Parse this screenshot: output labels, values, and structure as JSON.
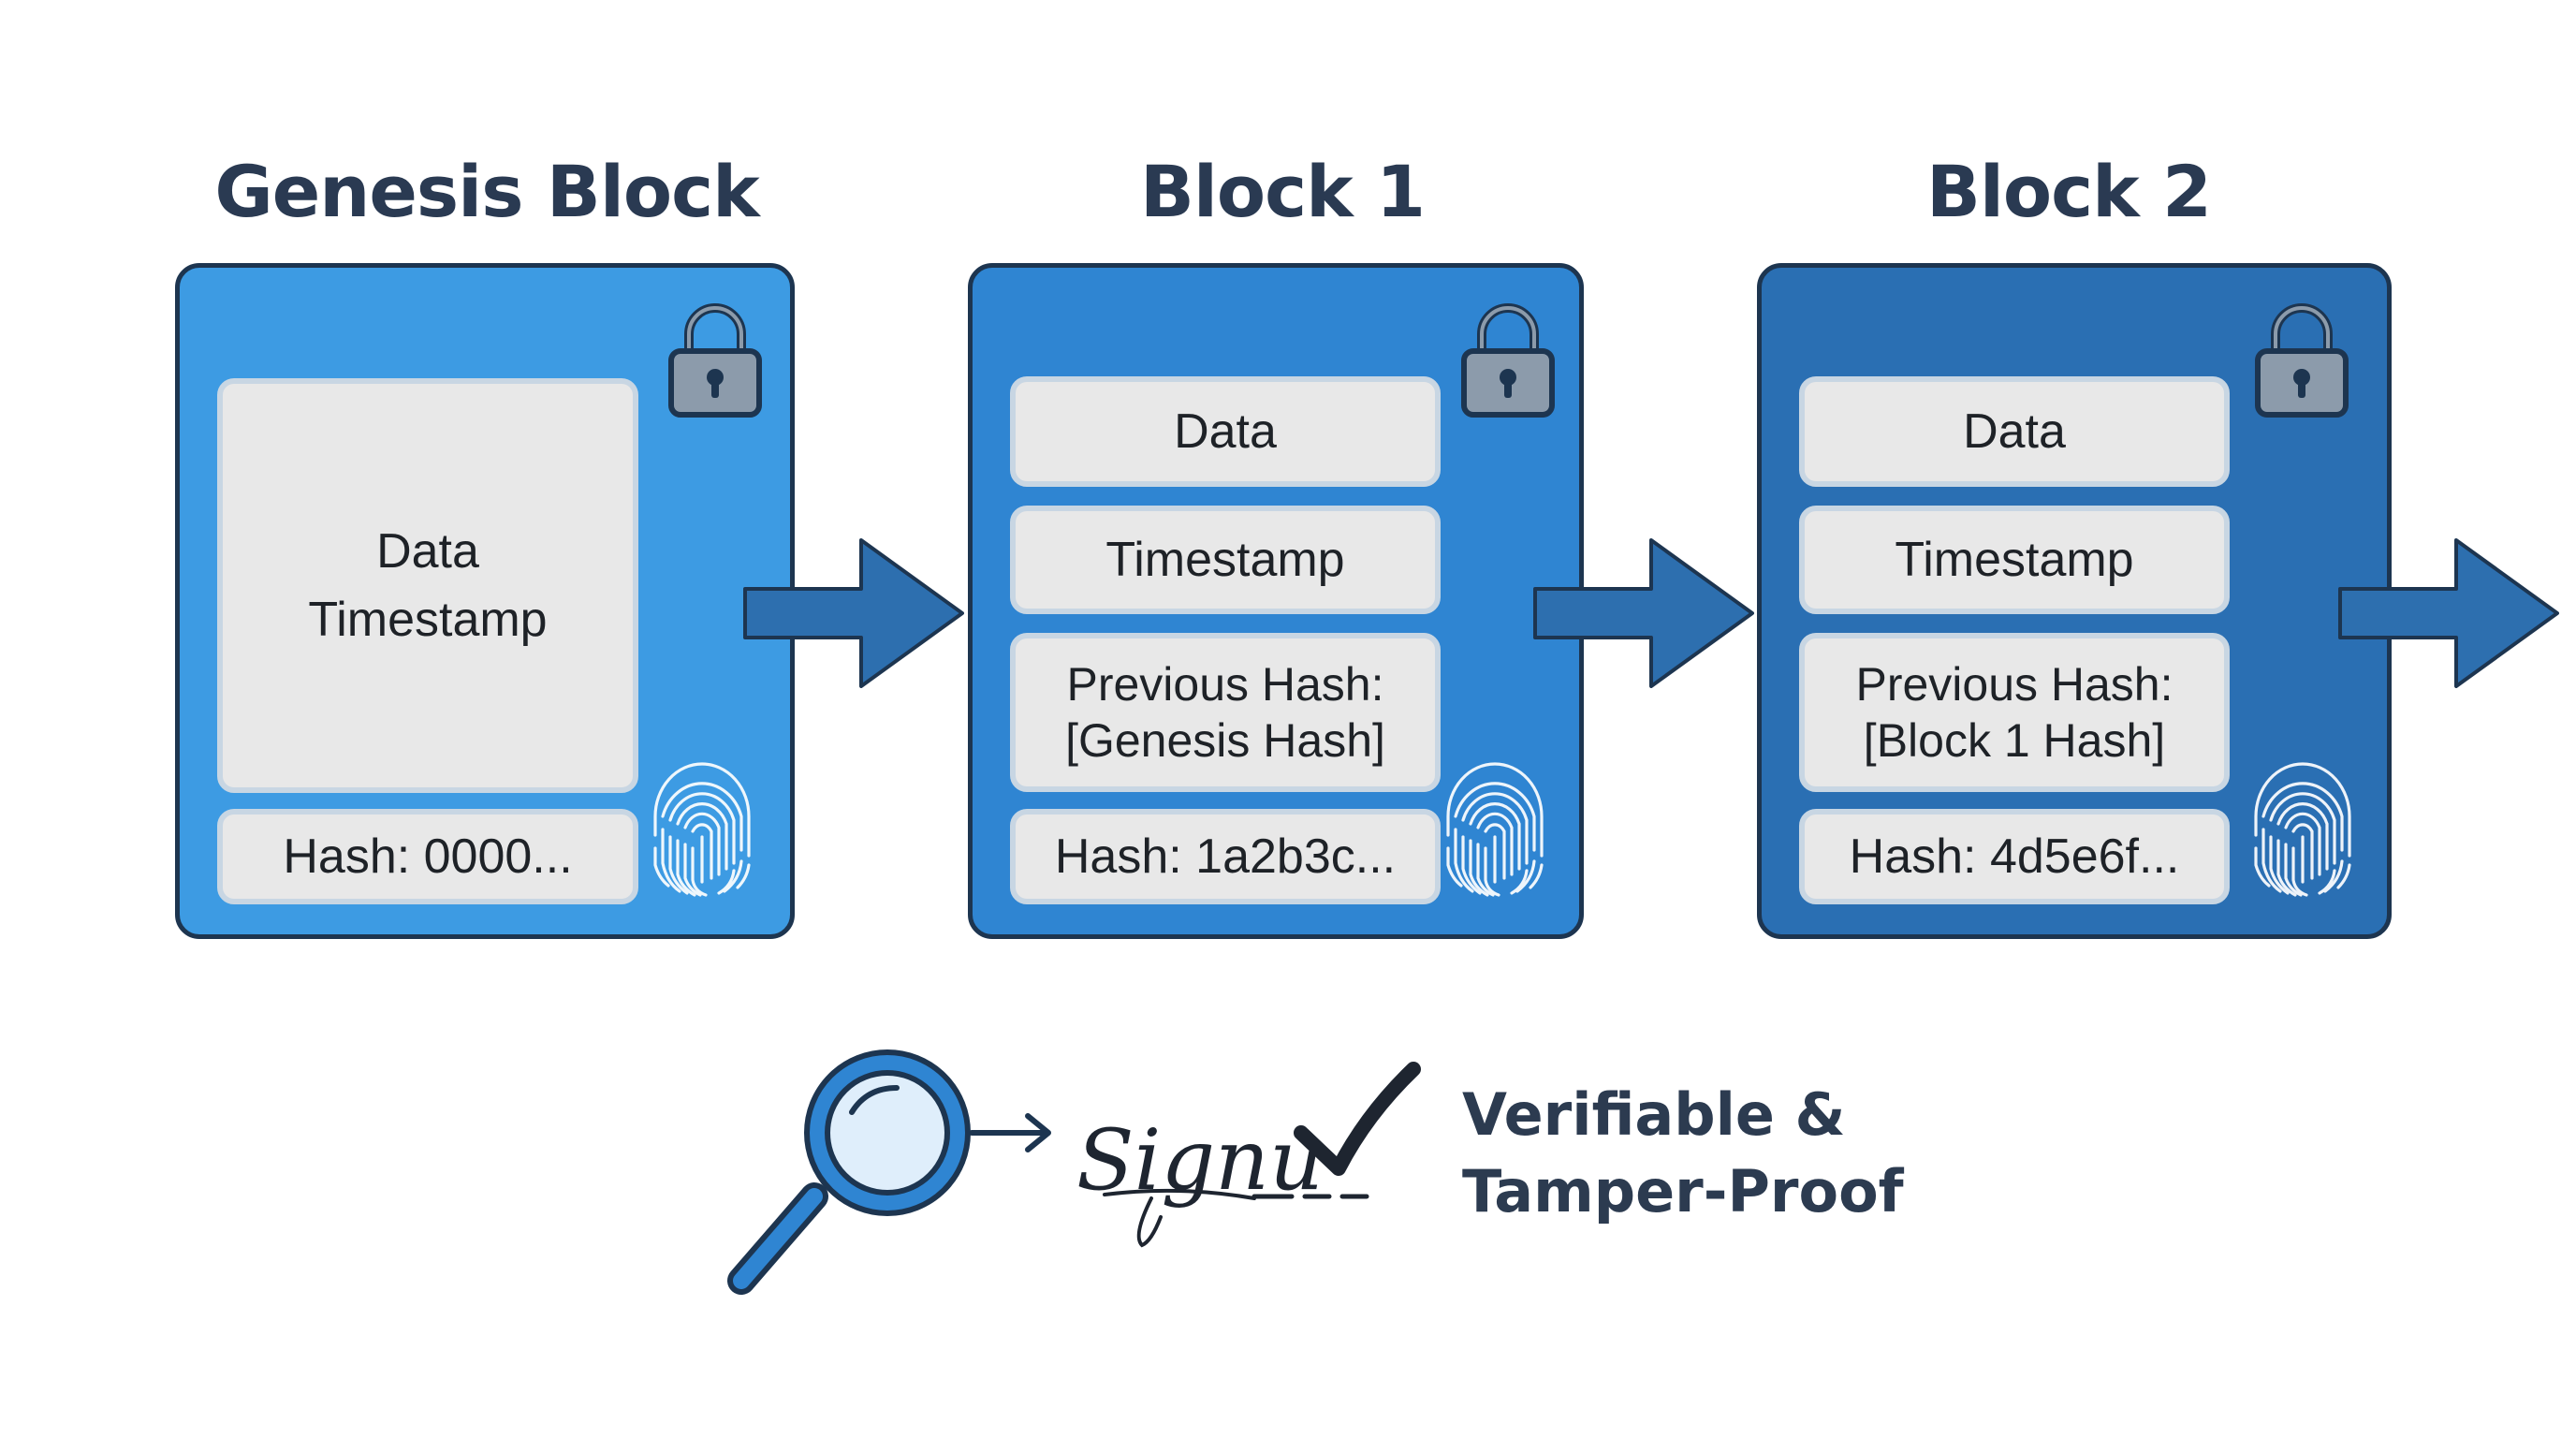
{
  "blocks": [
    {
      "title": "Genesis Block",
      "data_timestamp": "Data\nTimestamp",
      "hash": "Hash: 0000..."
    },
    {
      "title": "Block 1",
      "data": "Data",
      "timestamp": "Timestamp",
      "previous_hash": "Previous Hash:\n[Genesis Hash]",
      "hash": "Hash: 1a2b3c..."
    },
    {
      "title": "Block 2",
      "data": "Data",
      "timestamp": "Timestamp",
      "previous_hash": "Previous Hash:\n[Block 1 Hash]",
      "hash": "Hash: 4d5e6f..."
    }
  ],
  "verification": {
    "signature": "Signu",
    "label": "Verifiable &\nTamper-Proof"
  },
  "colors": {
    "genesis_block": "#3d9be3",
    "block_1": "#2f85d2",
    "block_2": "#2a6fb3",
    "arrow": "#2d6faf",
    "outline": "#1d3550",
    "field": "#e8e8e8"
  },
  "icons": [
    "lock-icon",
    "fingerprint-icon",
    "arrow-right-icon",
    "magnifier-icon",
    "checkmark-icon"
  ]
}
